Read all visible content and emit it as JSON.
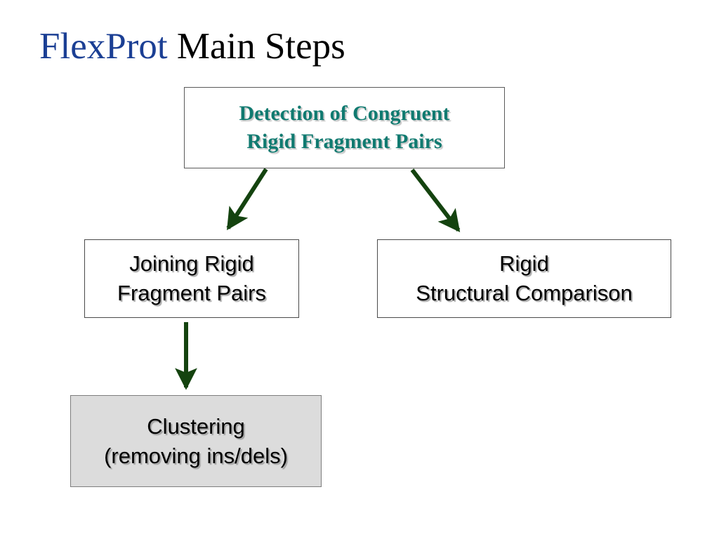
{
  "slide": {
    "title": {
      "brand": "FlexProt",
      "rest": " Main Steps"
    },
    "background_color": "#ffffff"
  },
  "colors": {
    "brand_blue": "#1b3f94",
    "title_black": "#000000",
    "teal_text": "#107a70",
    "arrow_green": "#14430f",
    "box_border": "#4a4a4a",
    "clustering_fill": "#dcdcdc",
    "clustering_border": "#7d7d7d"
  },
  "diagram": {
    "nodes": [
      {
        "id": "detection",
        "lines": [
          "Detection of Congruent",
          "Rigid Fragment Pairs"
        ],
        "fill": "#ffffff",
        "text_color": "#107a70",
        "font": "serif"
      },
      {
        "id": "joining",
        "lines": [
          "Joining Rigid",
          "Fragment Pairs"
        ],
        "fill": "#ffffff",
        "text_color": "#000000",
        "font": "sans-serif"
      },
      {
        "id": "rigid",
        "lines": [
          "Rigid",
          "Structural Comparison"
        ],
        "fill": "#ffffff",
        "text_color": "#000000",
        "font": "sans-serif"
      },
      {
        "id": "clustering",
        "lines": [
          "Clustering",
          "(removing ins/dels)"
        ],
        "fill": "#dcdcdc",
        "text_color": "#000000",
        "font": "sans-serif"
      }
    ],
    "edges": [
      {
        "id": "detection-to-joining",
        "from": "detection",
        "to": "joining",
        "direction": "down-left"
      },
      {
        "id": "detection-to-rigid",
        "from": "detection",
        "to": "rigid",
        "direction": "down-right"
      },
      {
        "id": "joining-to-clustering",
        "from": "joining",
        "to": "clustering",
        "direction": "down"
      }
    ]
  }
}
